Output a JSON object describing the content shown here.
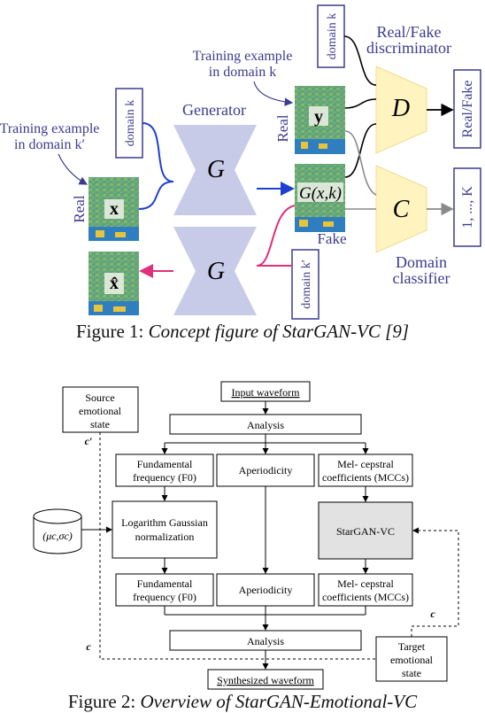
{
  "figure1": {
    "caption_label": "Figure 1:",
    "caption_text": "Concept figure of StarGAN-VC [9]",
    "generator_label": "Generator",
    "generator_symbol": "G",
    "discriminator_label_1": "Real/Fake",
    "discriminator_label_2": "discriminator",
    "discriminator_symbol": "D",
    "classifier_symbol": "C",
    "classifier_label_1": "Domain",
    "classifier_label_2": "classifier",
    "training_k_1": "Training example",
    "training_k_2": "in domain k",
    "training_kp_1": "Training example",
    "training_kp_2": "in domain k′",
    "domain_k": "domain k",
    "domain_kp": "domain k′",
    "real_y": "Real",
    "real_x": "Real",
    "fake": "Fake",
    "y_symbol": "y",
    "x_symbol": "x",
    "xhat_symbol": "x̂",
    "gxk_symbol": "G(x,k)",
    "out_realfake": "Real/Fake",
    "out_classes": "1, ..., K",
    "colors": {
      "blue": "#1f3fd0",
      "pink": "#e0307a",
      "gray": "#8a8a8a",
      "yellow": "#fff4bf",
      "lavender": "#c8cbe8",
      "label": "#3b3b8f"
    }
  },
  "figure2": {
    "caption_label": "Figure 2:",
    "caption_text": "Overview of StarGAN-Emotional-VC",
    "input_waveform": "Input waveform",
    "analysis_top": "Analysis",
    "f0_top_1": "Fundamental",
    "f0_top_2": "frequency (F0)",
    "aperiodicity_top": "Aperiodicity",
    "mcc_top_1": "Mel- cepstral",
    "mcc_top_2": "coefficients (MCCs)",
    "lgn_1": "Logarithm Gaussian",
    "lgn_2": "normalization",
    "stargan": "StarGAN-VC",
    "f0_bot_1": "Fundamental",
    "f0_bot_2": "frequency (F0)",
    "aperiodicity_bot": "Aperiodicity",
    "mcc_bot_1": "Mel- cepstral",
    "mcc_bot_2": "coefficients (MCCs)",
    "analysis_bottom": "Analysis",
    "synthesized_waveform": "Synthesized waveform",
    "source_1": "Source",
    "source_2": "emotional",
    "source_3": "state",
    "target_1": "Target",
    "target_2": "emotional",
    "target_3": "state",
    "stats": "(μc,σc)",
    "c_prime": "c′",
    "c_1": "c",
    "c_2": "c",
    "colors": {
      "stargan_fill": "#e2e2e2"
    }
  }
}
